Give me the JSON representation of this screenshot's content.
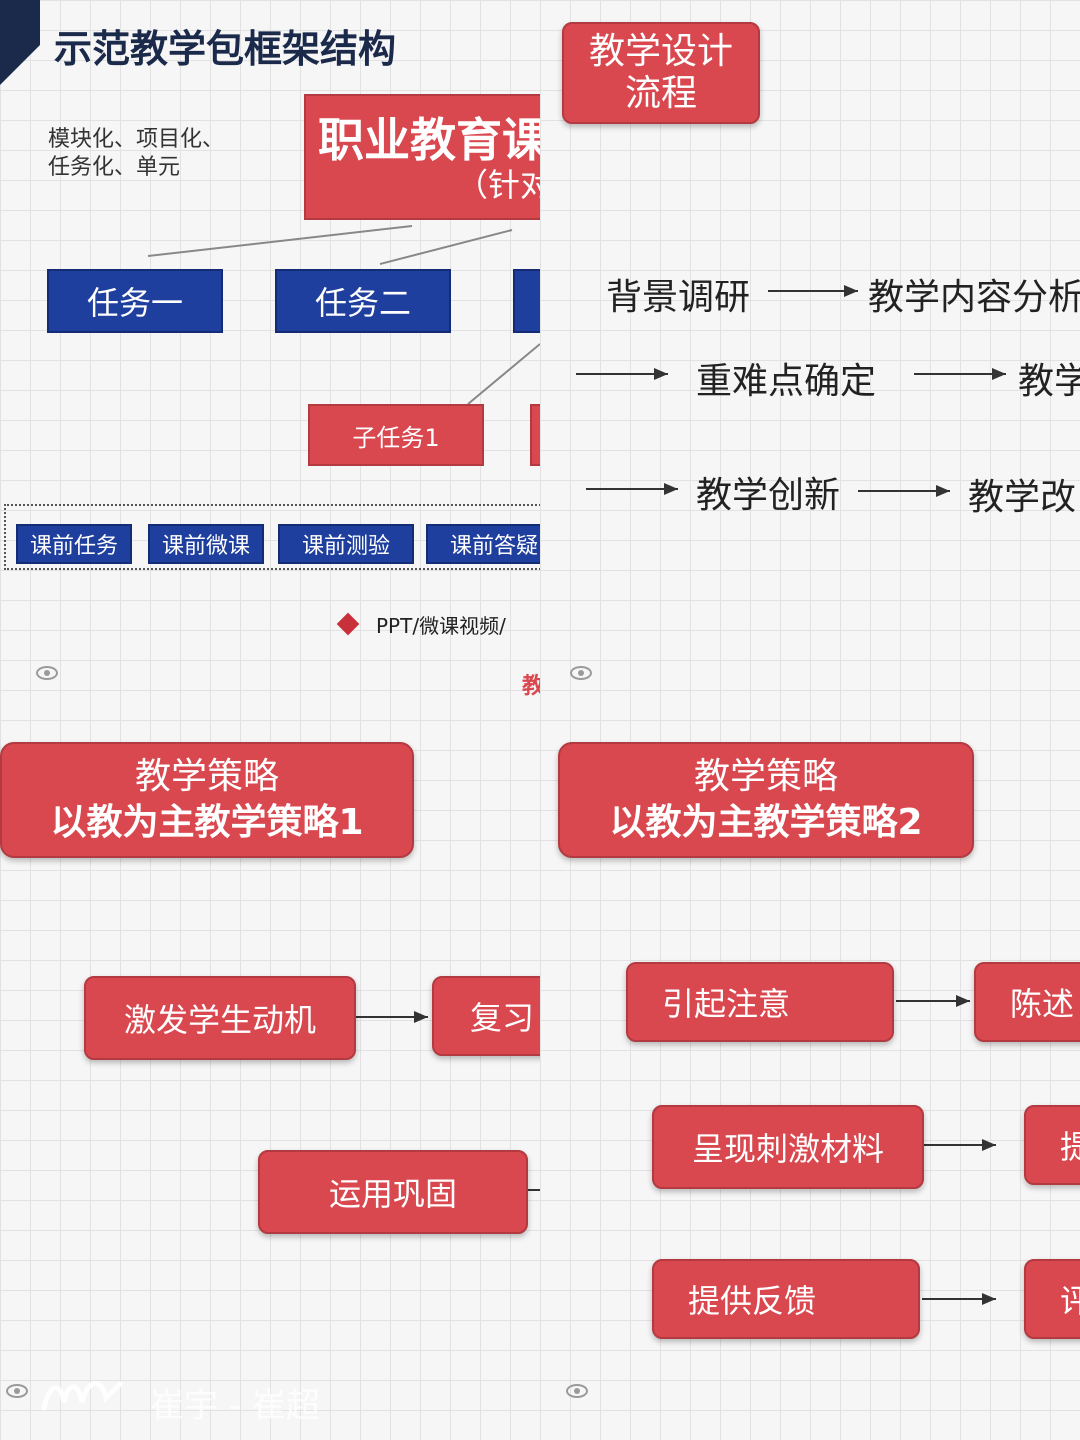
{
  "top_left": {
    "title": "示范教学包框架结构",
    "side_note_line1": "模块化、项目化、",
    "side_note_line2": "任务化、单元",
    "main_box_line1": "职业教育课",
    "main_box_line2": "（针对",
    "task1": "任务一",
    "task2": "任务二",
    "subtask1": "子任务1",
    "pre_items": [
      "课前任务",
      "课前微课",
      "课前测验",
      "课前答疑"
    ],
    "bullet_text": "PPT/微课视频/",
    "footer_red": "教"
  },
  "top_right": {
    "title_line1": "教学设计",
    "title_line2": "流程",
    "step_background": "背景调研",
    "step_content": "教学内容分析",
    "step_keypoints": "重难点确定",
    "step_teaching": "教学",
    "step_innovation": "教学创新",
    "step_reform": "教学改"
  },
  "bottom_left": {
    "header_line1": "教学策略",
    "header_line2": "以教为主教学策略1",
    "box_motivate": "激发学生动机",
    "box_review": "复习",
    "box_apply": "运用巩固",
    "watermark": "崔宇 - 崔超"
  },
  "bottom_right": {
    "header_line1": "教学策略",
    "header_line2": "以教为主教学策略2",
    "box_attention": "引起注意",
    "box_state": "陈述",
    "box_present": "呈现刺激材料",
    "box_provide": "提",
    "box_feedback": "提供反馈",
    "box_evaluate": "评"
  },
  "colors": {
    "accent_red": "#d9474f",
    "task_blue": "#1f3f9e",
    "title_navy": "#1b2a4a"
  }
}
